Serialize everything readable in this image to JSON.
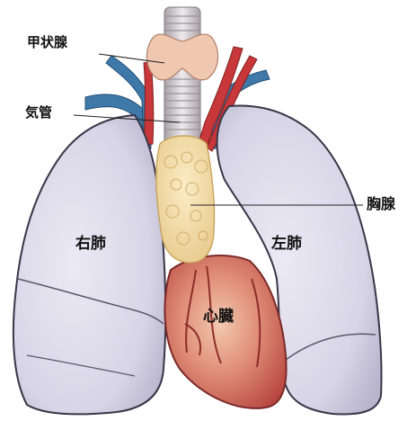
{
  "labels": {
    "thyroid": "甲状腺",
    "trachea": "気管",
    "thymus": "胸腺",
    "right_lung": "右肺",
    "left_lung": "左肺",
    "heart": "心臓"
  },
  "colors": {
    "lung_fill": "#d8d6e6",
    "lung_outline": "#3a3548",
    "heart_fill": "#c8504a",
    "thymus_fill": "#f2dba0",
    "thyroid_fill": "#f0c8b0",
    "artery_red": "#c8383a",
    "vein_blue": "#3f79a9",
    "trachea_gray": "#d9d4d8"
  }
}
